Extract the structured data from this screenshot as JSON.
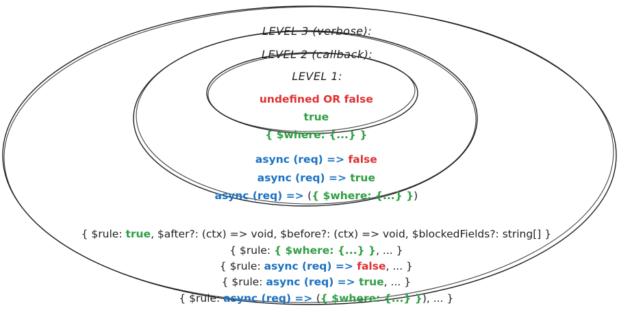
{
  "colors": {
    "background": "#ffffff",
    "stroke": "#1e1e1e",
    "red": "#e03131",
    "green": "#2f9e44",
    "blue": "#1971c2"
  },
  "diagram": {
    "level3": {
      "label": "LEVEL 3 (verbose):",
      "rows": [
        {
          "segments": [
            {
              "t": "{ $rule: ",
              "c": "black"
            },
            {
              "t": "true",
              "c": "green"
            },
            {
              "t": ", $after?: (ctx) => void, $before?: (ctx) => void, $blockedFields?: string[] }",
              "c": "black"
            }
          ]
        },
        {
          "segments": [
            {
              "t": "{ $rule: ",
              "c": "black"
            },
            {
              "t": "{ $where: {...} }",
              "c": "green"
            },
            {
              "t": ", ... }",
              "c": "black"
            }
          ]
        },
        {
          "segments": [
            {
              "t": "{ $rule: ",
              "c": "black"
            },
            {
              "t": "async (req) => ",
              "c": "blue"
            },
            {
              "t": "false",
              "c": "red"
            },
            {
              "t": ", ... }",
              "c": "black"
            }
          ]
        },
        {
          "segments": [
            {
              "t": "{ $rule: ",
              "c": "black"
            },
            {
              "t": "async (req) => ",
              "c": "blue"
            },
            {
              "t": "true",
              "c": "green"
            },
            {
              "t": ", ... }",
              "c": "black"
            }
          ]
        },
        {
          "segments": [
            {
              "t": "{ $rule: ",
              "c": "black"
            },
            {
              "t": "async (req) => ",
              "c": "blue"
            },
            {
              "t": "(",
              "c": "black"
            },
            {
              "t": "{ $where: {...} }",
              "c": "green"
            },
            {
              "t": "), ... }",
              "c": "black"
            }
          ]
        }
      ]
    },
    "level2": {
      "label": "LEVEL 2 (callback):",
      "rows": [
        {
          "segments": [
            {
              "t": "async (req) => ",
              "c": "blue"
            },
            {
              "t": "false",
              "c": "red"
            }
          ]
        },
        {
          "segments": [
            {
              "t": "async (req) => ",
              "c": "blue"
            },
            {
              "t": "true",
              "c": "green"
            }
          ]
        },
        {
          "segments": [
            {
              "t": "async (req) => ",
              "c": "blue"
            },
            {
              "t": "(",
              "c": "black"
            },
            {
              "t": "{ $where: {...} }",
              "c": "green"
            },
            {
              "t": ")",
              "c": "black"
            }
          ]
        }
      ]
    },
    "level1": {
      "label": "LEVEL 1:",
      "rows": [
        {
          "segments": [
            {
              "t": "undefined OR false",
              "c": "red"
            }
          ]
        },
        {
          "segments": [
            {
              "t": "true",
              "c": "green"
            }
          ]
        },
        {
          "segments": [
            {
              "t": "{ $where: {...} }",
              "c": "green"
            }
          ]
        }
      ]
    }
  }
}
